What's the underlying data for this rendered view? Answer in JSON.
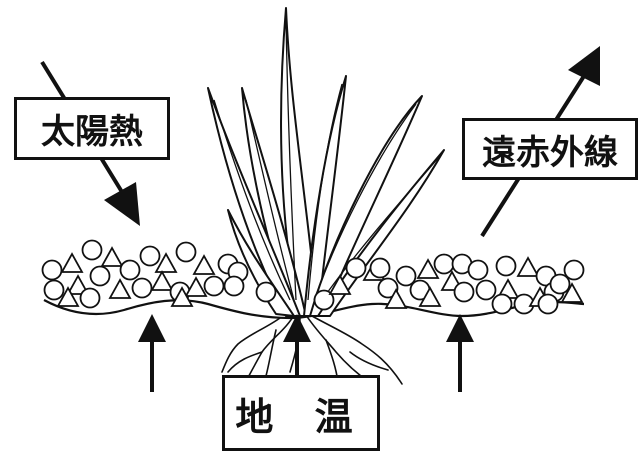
{
  "labels": {
    "solar_heat": "太陽熱",
    "far_infrared": "遠赤外線",
    "soil_temperature": "地 温"
  },
  "colors": {
    "ink": "#111111",
    "background": "#ffffff"
  },
  "icons": {
    "pebble_circle": "circle",
    "pebble_triangle": "triangle",
    "arrow": "solid-arrowhead"
  }
}
